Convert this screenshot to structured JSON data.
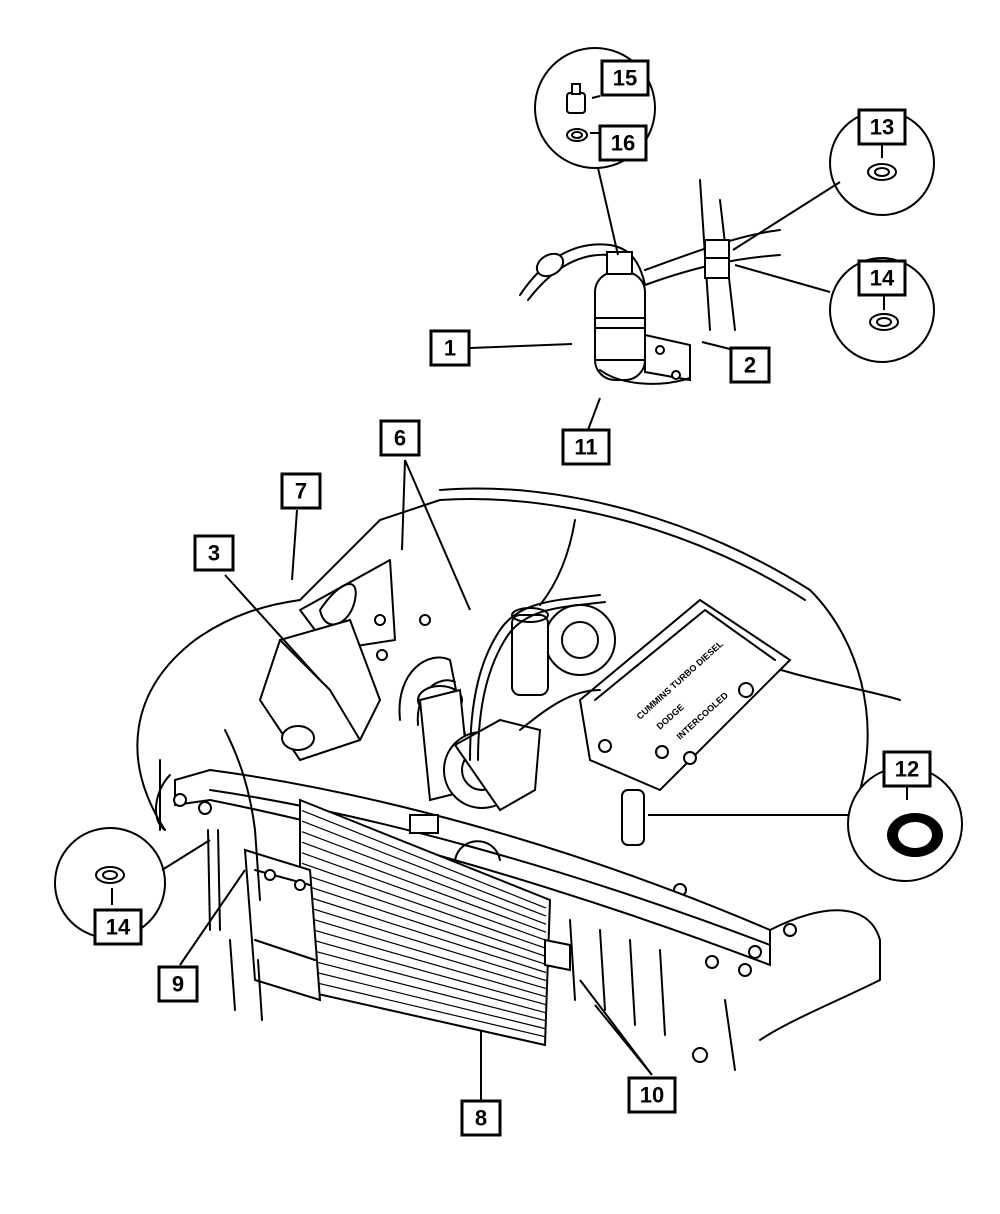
{
  "diagram": {
    "callouts": [
      {
        "id": "c1",
        "label": "1"
      },
      {
        "id": "c2",
        "label": "2"
      },
      {
        "id": "c3",
        "label": "3"
      },
      {
        "id": "c6",
        "label": "6"
      },
      {
        "id": "c7",
        "label": "7"
      },
      {
        "id": "c8",
        "label": "8"
      },
      {
        "id": "c9",
        "label": "9"
      },
      {
        "id": "c10",
        "label": "10"
      },
      {
        "id": "c11",
        "label": "11"
      },
      {
        "id": "c12",
        "label": "12"
      },
      {
        "id": "c13",
        "label": "13"
      },
      {
        "id": "c14a",
        "label": "14"
      },
      {
        "id": "c14b",
        "label": "14"
      },
      {
        "id": "c15",
        "label": "15"
      },
      {
        "id": "c16",
        "label": "16"
      }
    ],
    "valve_cover_text": [
      "CUMMINS TURBO DIESEL",
      "DODGE",
      "INTERCOOLED"
    ]
  }
}
